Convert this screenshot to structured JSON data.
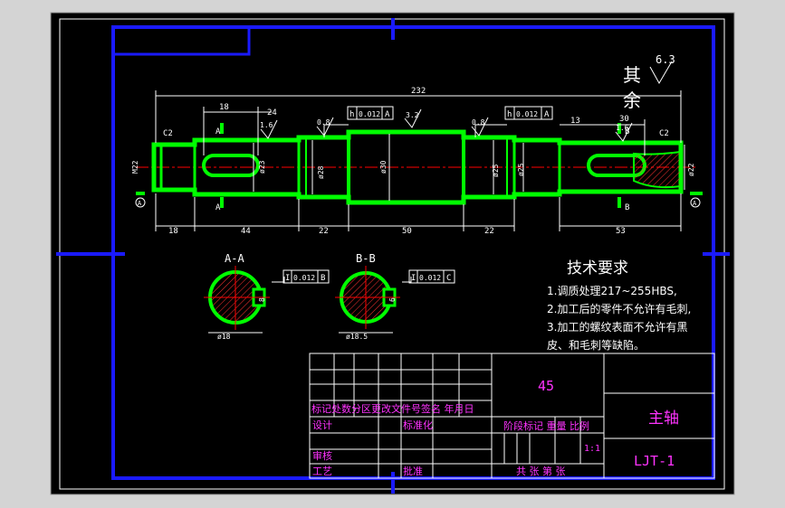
{
  "colors": {
    "viewport_bg": "#d4d4d4",
    "sheet_bg": "#000000",
    "border_blue": "#1a1aff",
    "part_green": "#00ff00",
    "dim_white": "#ffffff",
    "centerline_red": "#ff0000",
    "hatch_red": "#ff3030",
    "title_magenta": "#ff33ff",
    "text_white": "#ffffff"
  },
  "surface_finish": {
    "default_roughness": "6.3",
    "label_top": "其",
    "label_bottom": "余"
  },
  "main_view": {
    "overall_length": "232",
    "chamfer_left": "C2",
    "chamfer_right": "C2",
    "section_marks": {
      "a_top": "A",
      "a_bottom": "A",
      "b_top": "B",
      "b_bottom": "B"
    },
    "top_dims": {
      "keyway_offset_left": "18",
      "keyway_length_left": "24",
      "keyway_offset_right": "13",
      "keyway_length_right": "30"
    },
    "roughness_marks": [
      "1.6",
      "0.8",
      "3.2",
      "0.8",
      "1.6"
    ],
    "tolerance_left": {
      "symbol": "h",
      "value": "0.012",
      "datum": "A"
    },
    "tolerance_right": {
      "symbol": "h",
      "value": "0.012",
      "datum": "A"
    },
    "diameters": [
      "M22",
      "ø23",
      "ø28",
      "ø30",
      "ø25",
      "ø25",
      "ø22"
    ],
    "bottom_dims": [
      "18",
      "44",
      "22",
      "50",
      "22",
      "53"
    ],
    "datum_left": "A",
    "datum_right": "A"
  },
  "sections": {
    "a_a": {
      "title": "A-A",
      "key_depth": "8",
      "diameter": "ø18",
      "tolerance_box": {
        "symbol": "I",
        "value": "0.012",
        "datum": "B"
      }
    },
    "b_b": {
      "title": "B-B",
      "key_depth": "6",
      "diameter": "ø18.5",
      "tolerance_box": {
        "symbol": "I",
        "value": "0.012",
        "datum": "C"
      }
    }
  },
  "technical_requirements": {
    "heading": "技术要求",
    "items": [
      "1.调质处理217~255HBS,",
      "2.加工后的零件不允许有毛刺,",
      "3.加工的螺纹表面不允许有黑",
      "皮、和毛刺等缺陷。"
    ]
  },
  "title_block": {
    "material": "45",
    "part_name": "主轴",
    "drawing_number": "LJT-1",
    "revision_header": "标记处数分区更改文件号签名 年月日",
    "role_design": "设计",
    "role_standardize": "标准化",
    "role_review": "审核",
    "role_process": "工艺",
    "role_approve": "批准",
    "stage_header": "阶段标记 重量 比例",
    "scale": "1:1",
    "sheet_info": "共 张 第 张"
  }
}
